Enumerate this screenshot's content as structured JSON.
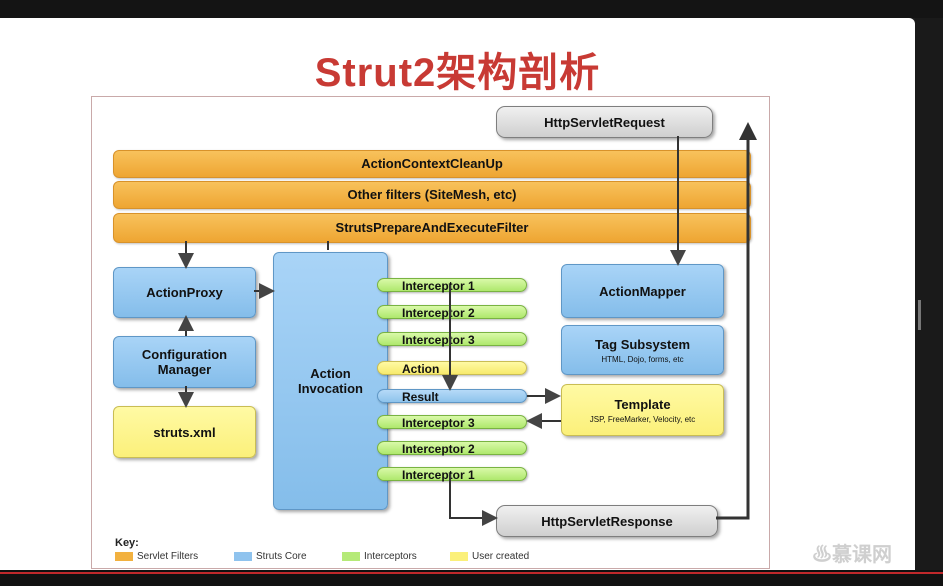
{
  "title": "Strut2架构剖析",
  "filters": [
    "ActionContextCleanUp",
    "Other filters (SiteMesh, etc)",
    "StrutsPrepareAndExecuteFilter"
  ],
  "left_boxes": {
    "action_proxy": "ActionProxy",
    "config_manager_line1": "Configuration",
    "config_manager_line2": "Manager",
    "struts_xml": "struts.xml"
  },
  "invocation": {
    "line1": "Action",
    "line2": "Invocation"
  },
  "chain": [
    "Interceptor 1",
    "Interceptor 2",
    "Interceptor 3",
    "Action",
    "Result",
    "Interceptor 3",
    "Interceptor 2",
    "Interceptor 1"
  ],
  "right_boxes": {
    "action_mapper": "ActionMapper",
    "tag_subsystem": "Tag Subsystem",
    "tag_subsystem_detail": "HTML, Dojo, forms, etc",
    "template": "Template",
    "template_detail": "JSP, FreeMarker, Velocity, etc"
  },
  "http": {
    "request": "HttpServletRequest",
    "response": "HttpServletResponse"
  },
  "key": {
    "title": "Key:",
    "items": [
      {
        "label": "Servlet Filters",
        "color": "#f2b13f"
      },
      {
        "label": "Struts Core",
        "color": "#8fc3ee"
      },
      {
        "label": "Interceptors",
        "color": "#b5ea78"
      },
      {
        "label": "User created",
        "color": "#fbf07a"
      }
    ]
  },
  "watermark": "慕课网",
  "colors": {
    "title": "#c83a34",
    "filter": "#f2b13f",
    "core": "#8fc3ee",
    "interceptor": "#b5ea78",
    "user": "#fbf07a"
  }
}
